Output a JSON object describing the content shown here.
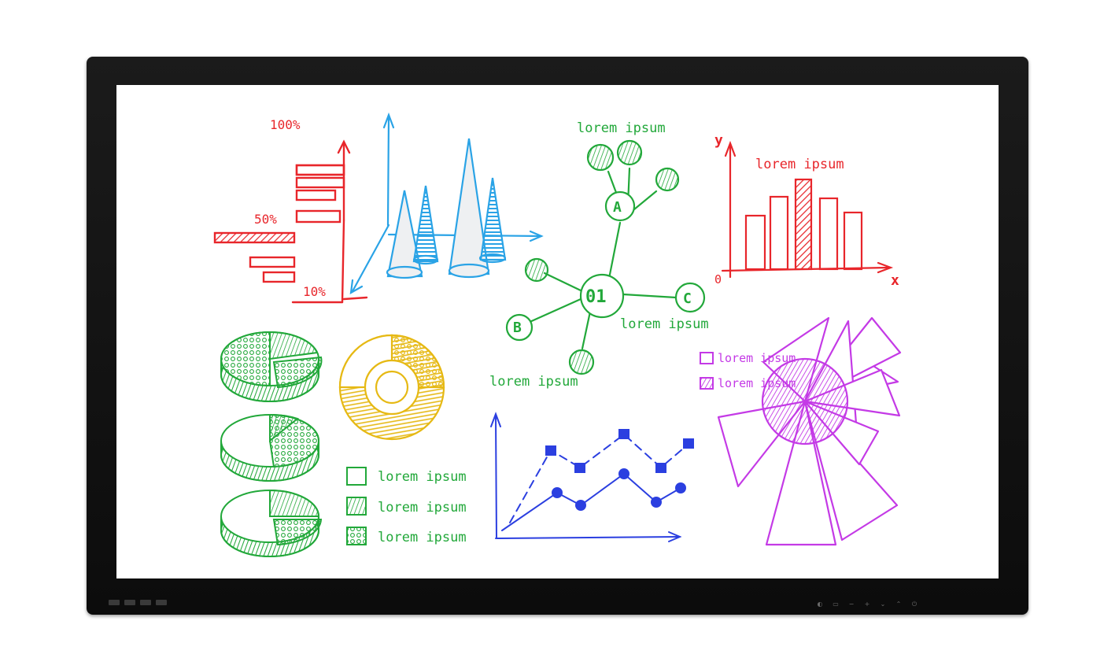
{
  "colors": {
    "red": "#e8262b",
    "blue": "#2aa3e6",
    "green": "#22a83a",
    "yellow": "#e6b914",
    "navy": "#2b3fe0",
    "purple": "#c43ae6"
  },
  "bar_chart": {
    "label_top": "100%",
    "label_mid": "50%",
    "label_bottom": "10%"
  },
  "network": {
    "center": "01",
    "node_a": "A",
    "node_b": "B",
    "node_c": "C",
    "label_top": "lorem ipsum",
    "label_right": "lorem ipsum",
    "label_bottom": "lorem ipsum"
  },
  "column_chart": {
    "title": "lorem ipsum",
    "y_label": "y",
    "x_label": "x",
    "origin": "0"
  },
  "pie_legend": {
    "items": [
      "lorem ipsum",
      "lorem ipsum",
      "lorem ipsum"
    ]
  },
  "polar_legend": {
    "items": [
      "lorem ipsum",
      "lorem ipsum"
    ]
  },
  "bezel": {
    "controls": [
      "◐",
      "▭",
      "−",
      "+",
      "⌄",
      "⌃",
      "⏻"
    ]
  }
}
